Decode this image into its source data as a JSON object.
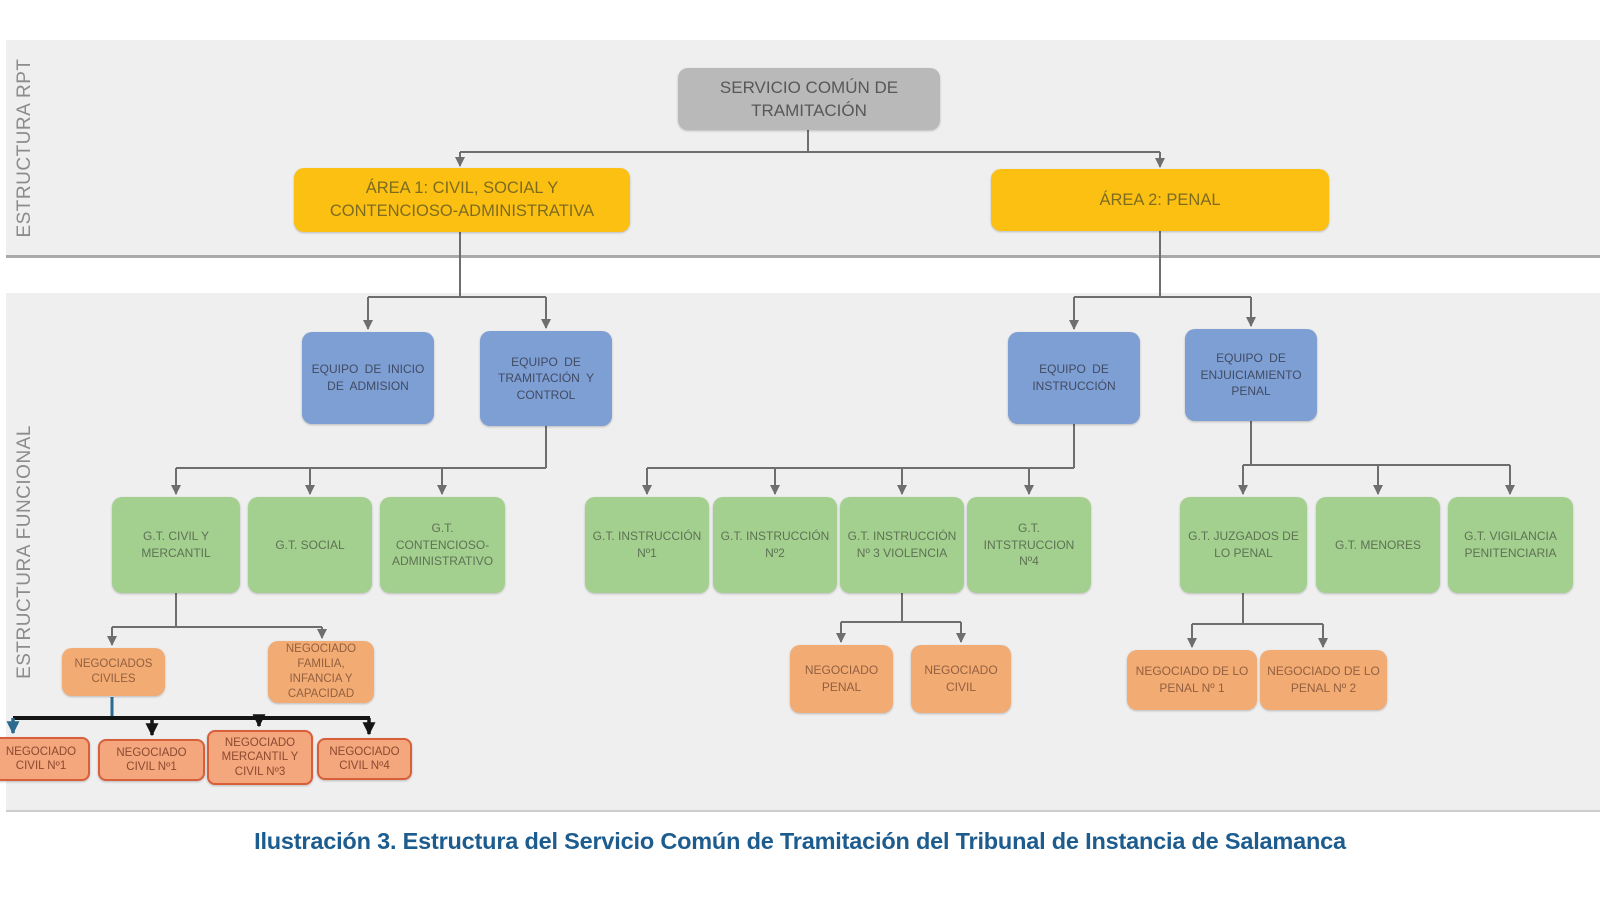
{
  "bands": {
    "rpt": "ESTRUCTURA RPT",
    "funcional": "ESTRUCTURA FUNCIONAL"
  },
  "org": {
    "root": {
      "label": "SERVICIO COMÚN DE TRAMITACIÓN"
    },
    "areas": [
      {
        "label": "ÁREA 1: CIVIL, SOCIAL Y CONTENCIOSO-ADMINISTRATIVA"
      },
      {
        "label": "ÁREA 2: PENAL"
      }
    ],
    "equipos": [
      {
        "label": "EQUIPO DE INICIO DE ADMISION"
      },
      {
        "label": "EQUIPO DE TRAMITACIÓN Y CONTROL"
      },
      {
        "label": "EQUIPO DE INSTRUCCIÓN"
      },
      {
        "label": "EQUIPO DE ENJUICIAMIENTO PENAL"
      }
    ],
    "grupos": [
      {
        "label": "G.T. CIVIL Y MERCANTIL"
      },
      {
        "label": "G.T. SOCIAL"
      },
      {
        "label": "G.T. CONTENCIOSO-ADMINISTRATIVO"
      },
      {
        "label": "G.T. INSTRUCCIÓN Nº1"
      },
      {
        "label": "G.T. INSTRUCCIÓN Nº2"
      },
      {
        "label": "G.T. INSTRUCCIÓN Nº 3 VIOLENCIA"
      },
      {
        "label": "G.T. INTSTRUCCION Nº4"
      },
      {
        "label": "G.T. JUZGADOS DE LO PENAL"
      },
      {
        "label": "G.T. MENORES"
      },
      {
        "label": "G.T. VIGILANCIA PENITENCIARIA"
      }
    ],
    "negociados": [
      {
        "label": "NEGOCIADOS CIVILES"
      },
      {
        "label": "NEGOCIADO FAMILIA, INFANCIA Y CAPACIDAD"
      },
      {
        "label": "NEGOCIADO PENAL"
      },
      {
        "label": "NEGOCIADO CIVIL"
      },
      {
        "label": "NEGOCIADO DE LO PENAL Nº 1"
      },
      {
        "label": "NEGOCIADO DE LO PENAL Nº 2"
      }
    ],
    "negociados_bottom": [
      {
        "label": "NEGOCIADO CIVIL Nº1"
      },
      {
        "label": "NEGOCIADO CIVIL Nº1"
      },
      {
        "label": "NEGOCIADO MERCANTIL Y CIVIL Nº3"
      },
      {
        "label": "NEGOCIADO CIVIL Nº4"
      }
    ]
  },
  "caption": "Ilustración 3. Estructura del Servicio Común de Tramitación del Tribunal de Instancia de Salamanca",
  "colors": {
    "root_box": "#b9b9b9",
    "area_box": "#fcc013",
    "equipo_box": "#7e9fd4",
    "grupo_box": "#a3d08f",
    "negociado_box": "#f3ab74",
    "negociado_bottom_border": "#d95f3b",
    "wire": "#6e6e6e",
    "wire_dark": "#141414",
    "wire_teal": "#2a6a8f",
    "caption_text": "#1d5c8e",
    "band_bg": "#efefef"
  }
}
